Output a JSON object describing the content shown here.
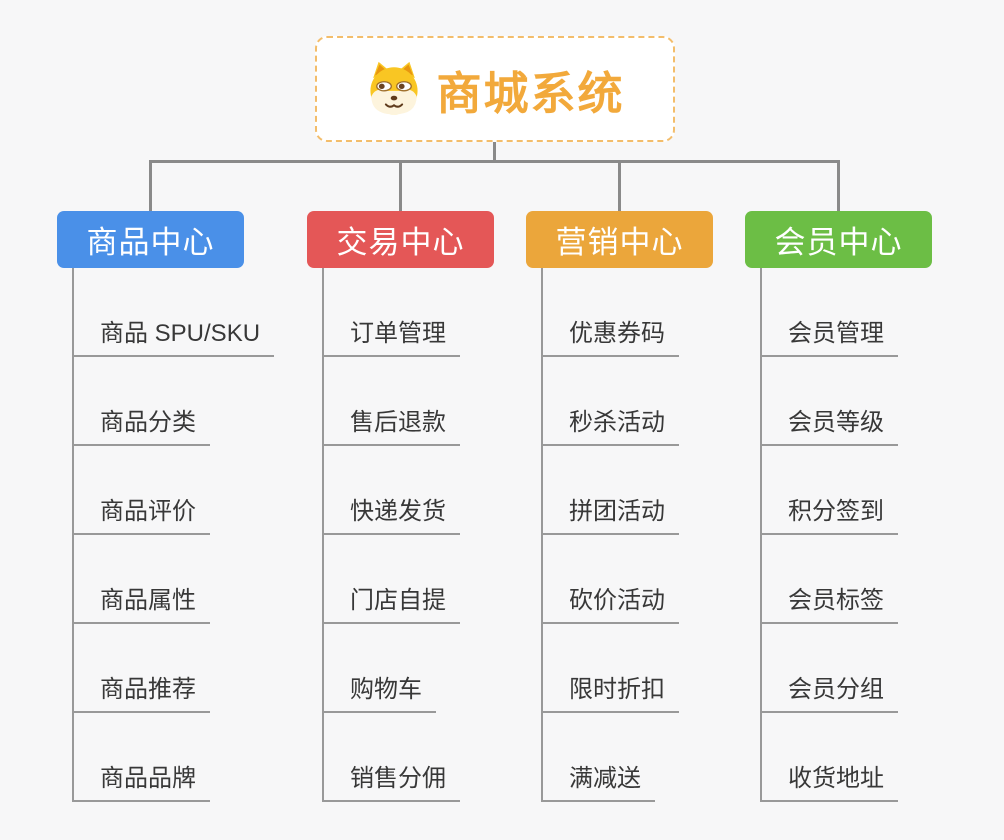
{
  "root": {
    "title": "商城系统",
    "icon": "dog-face-icon"
  },
  "colors": {
    "background": "#f7f7f8",
    "connector": "#8a8a8a",
    "child_line": "#999999",
    "child_text": "#383838",
    "root_border": "#f3bd6b",
    "root_text": "#f2a93b"
  },
  "branches": [
    {
      "label": "商品中心",
      "color": "#4a90e8",
      "children": [
        "商品 SPU/SKU",
        "商品分类",
        "商品评价",
        "商品属性",
        "商品推荐",
        "商品品牌"
      ]
    },
    {
      "label": "交易中心",
      "color": "#e45757",
      "children": [
        "订单管理",
        "售后退款",
        "快递发货",
        "门店自提",
        "购物车",
        "销售分佣"
      ]
    },
    {
      "label": "营销中心",
      "color": "#eba63b",
      "children": [
        "优惠券码",
        "秒杀活动",
        "拼团活动",
        "砍价活动",
        "限时折扣",
        "满减送"
      ]
    },
    {
      "label": "会员中心",
      "color": "#6cbe45",
      "children": [
        "会员管理",
        "会员等级",
        "积分签到",
        "会员标签",
        "会员分组",
        "收货地址"
      ]
    }
  ]
}
